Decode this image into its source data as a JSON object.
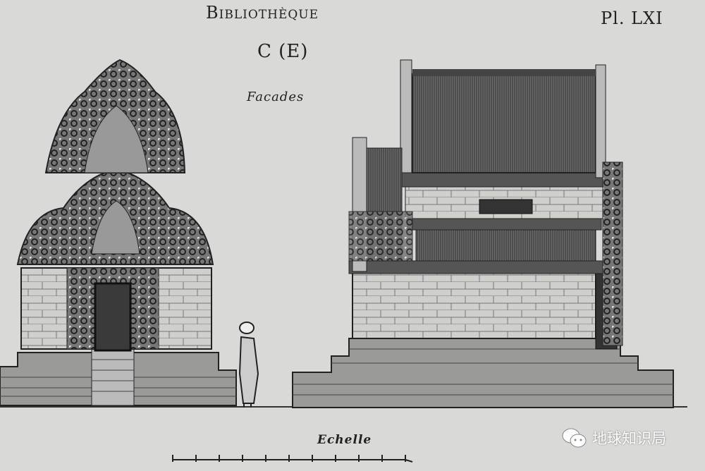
{
  "plate": {
    "title": "Bibliothèque",
    "subtitle": "C (E)",
    "caption": "Facades",
    "plate_number": "Pl. LXI",
    "scale_label": "Echelle"
  },
  "watermark": {
    "icon": "wechat-icon",
    "text": "地球知识局"
  },
  "colors": {
    "paper": "#d9d9d7",
    "ink": "#222222"
  }
}
